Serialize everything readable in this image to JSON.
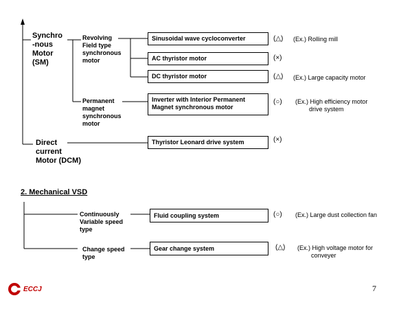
{
  "sections": {
    "mechanical_heading": "2. Mechanical VSD"
  },
  "electrical": {
    "sm_label": "Synchro\n-nous\nMotor\n(SM)",
    "dcm_label": "Direct\ncurrent\nMotor (DCM)",
    "revolving_label": "Revolving\nField type\nsynchronous\nmotor",
    "pm_label": "Permanent\nmagnet\nsynchronous\nmotor",
    "rows": [
      {
        "box": "Sinusoidal wave cycloconverter",
        "symbol": "(△)",
        "note": "(Ex.) Rolling mill"
      },
      {
        "box": "AC thyristor motor",
        "symbol": "(×)",
        "note": ""
      },
      {
        "box": "DC thyristor motor",
        "symbol": "(△)",
        "note": "(Ex.) Large capacity motor"
      },
      {
        "box": "Inverter with Interior Permanent\nMagnet synchronous motor",
        "symbol": "(○)",
        "note": "(Ex.) High efficiency motor\n        drive system"
      },
      {
        "box": "Thyristor Leonard drive system",
        "symbol": "(×)",
        "note": ""
      }
    ]
  },
  "mechanical": {
    "cvs_label": "Continuously\nVariable speed\ntype",
    "cs_label": "Change speed\ntype",
    "rows": [
      {
        "box": "Fluid coupling system",
        "symbol": "(○)",
        "note": "(Ex.) Large dust collection fan"
      },
      {
        "box": "Gear change system",
        "symbol": "(△)",
        "note": "(Ex.) High voltage motor for\n        conveyer"
      }
    ]
  },
  "footer": {
    "logo_text": "ECCJ",
    "page_number": "7"
  },
  "colors": {
    "logo": "#c00000"
  }
}
